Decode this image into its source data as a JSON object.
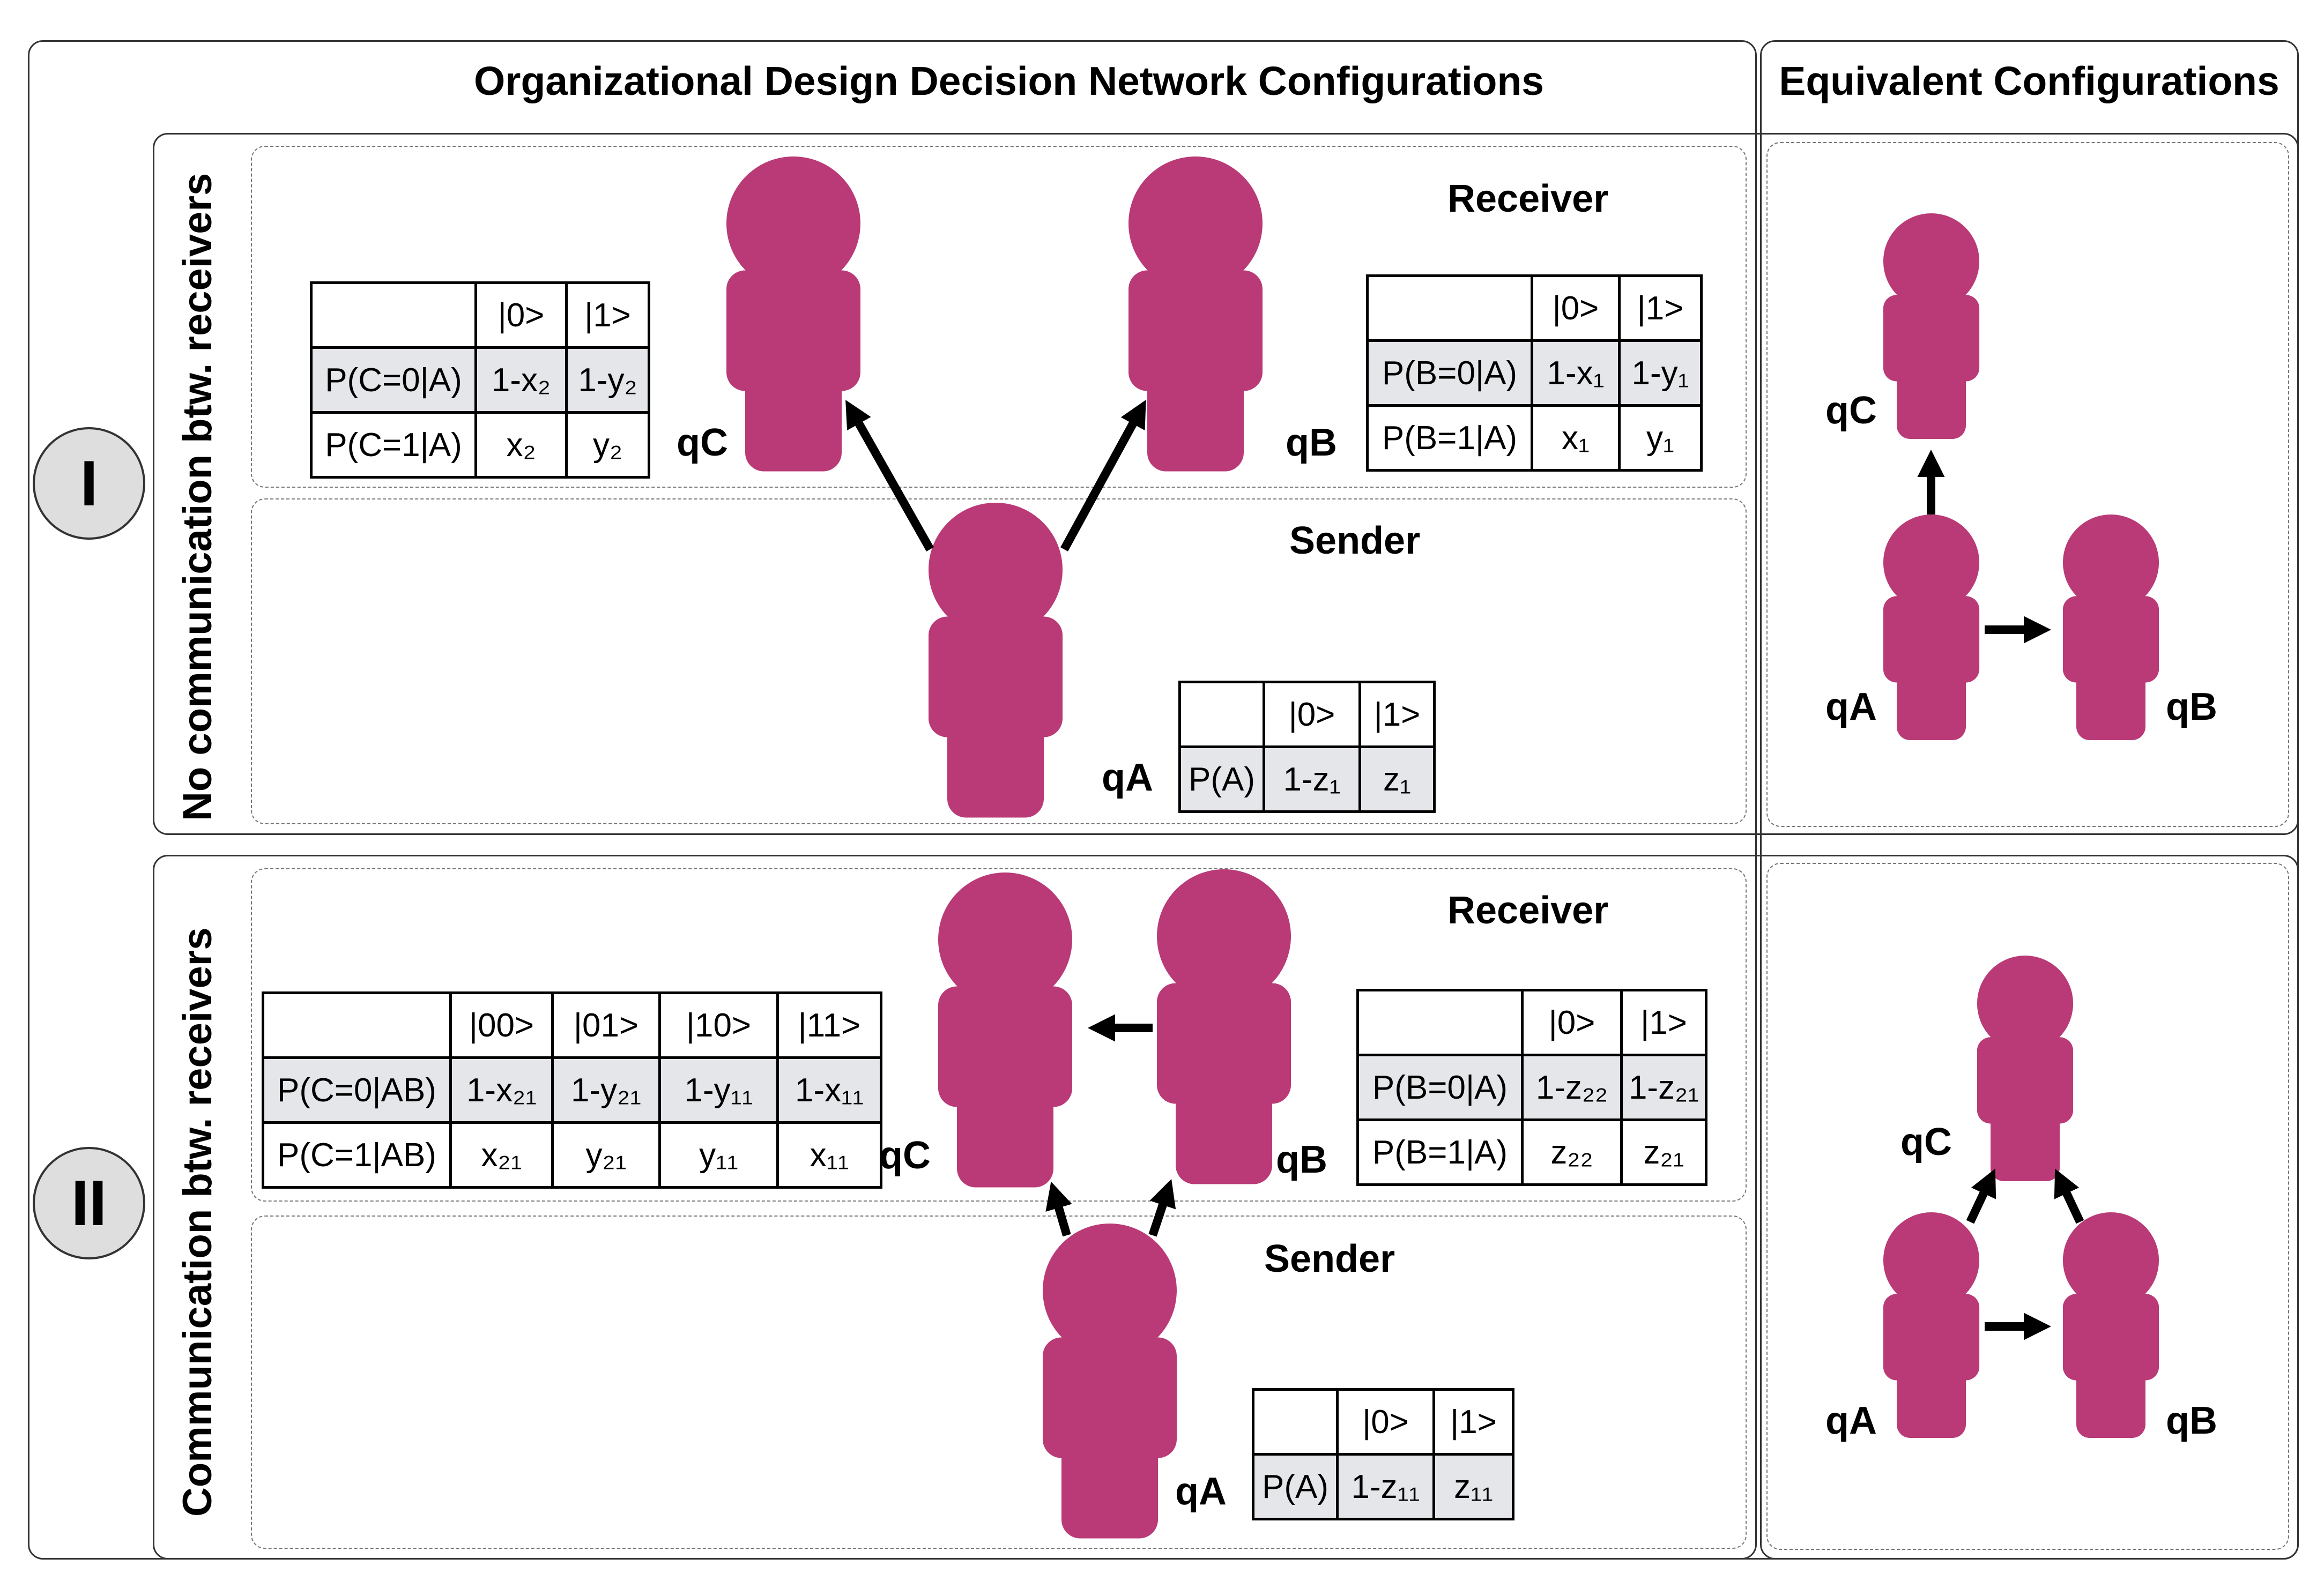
{
  "headings": {
    "main": "Organizational Design Decision Network Configurations",
    "equivalent": "Equivalent Configurations"
  },
  "colors": {
    "person": "#b93a76",
    "table_shade": "#e4e6ea",
    "roman_fill": "#dedede"
  },
  "icons": {
    "person": "person-icon",
    "arrow": "arrow-icon"
  },
  "panel_I": {
    "roman": "I",
    "side_label": "No communication btw. receivers",
    "receiver_label": "Receiver",
    "sender_label": "Sender",
    "nodes": {
      "c": "qC",
      "b": "qB",
      "a": "qA"
    },
    "table_c": {
      "header": [
        "",
        "|0>",
        "|1>"
      ],
      "rows": [
        [
          "P(C=0|A)",
          "1-x₂",
          "1-y₂"
        ],
        [
          "P(C=1|A)",
          "x₂",
          "y₂"
        ]
      ]
    },
    "table_b": {
      "header": [
        "",
        "|0>",
        "|1>"
      ],
      "rows": [
        [
          "P(B=0|A)",
          "1-x₁",
          "1-y₁"
        ],
        [
          "P(B=1|A)",
          "x₁",
          "y₁"
        ]
      ]
    },
    "table_a": {
      "header": [
        "",
        "|0>",
        "|1>"
      ],
      "rows": [
        [
          "P(A)",
          "1-z₁",
          "z₁"
        ]
      ]
    },
    "equivalent_nodes": {
      "c": "qC",
      "a": "qA",
      "b": "qB"
    }
  },
  "panel_II": {
    "roman": "II",
    "side_label": "Communication btw. receivers",
    "receiver_label": "Receiver",
    "sender_label": "Sender",
    "nodes": {
      "c": "qC",
      "b": "qB",
      "a": "qA"
    },
    "table_c": {
      "header": [
        "",
        "|00>",
        "|01>",
        "|10>",
        "|11>"
      ],
      "rows": [
        [
          "P(C=0|AB)",
          "1-x₂₁",
          "1-y₂₁",
          "1-y₁₁",
          "1-x₁₁"
        ],
        [
          "P(C=1|AB)",
          "x₂₁",
          "y₂₁",
          "y₁₁",
          "x₁₁"
        ]
      ]
    },
    "table_b": {
      "header": [
        "",
        "|0>",
        "|1>"
      ],
      "rows": [
        [
          "P(B=0|A)",
          "1-z₂₂",
          "1-z₂₁"
        ],
        [
          "P(B=1|A)",
          "z₂₂",
          "z₂₁"
        ]
      ]
    },
    "table_a": {
      "header": [
        "",
        "|0>",
        "|1>"
      ],
      "rows": [
        [
          "P(A)",
          "1-z₁₁",
          "z₁₁"
        ]
      ]
    },
    "equivalent_nodes": {
      "c": "qC",
      "a": "qA",
      "b": "qB"
    }
  }
}
